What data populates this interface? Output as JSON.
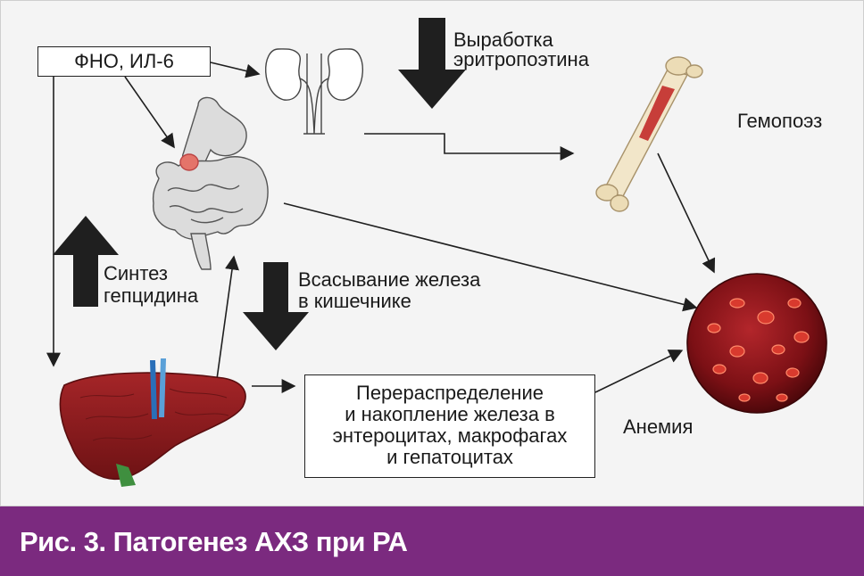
{
  "labels": {
    "cytokines": "ФНО, ИЛ-6",
    "epo_line1": "Выработка",
    "epo_line2": "эритропоэтина",
    "hemopoiesis": "Гемопоэз",
    "hepcidin_line1": "Синтез",
    "hepcidin_line2": "гепцидина",
    "absorption_line1": "Всасывание железа",
    "absorption_line2": "в кишечнике",
    "redistribution_line1": "Перераспределение",
    "redistribution_line2": "и накопление железа в",
    "redistribution_line3": "энтероцитах, макрофагах",
    "redistribution_line4": "и гепатоцитах",
    "anemia": "Анемия"
  },
  "caption": "Рис. 3. Патогенез АХЗ при РА",
  "colors": {
    "caption_bg": "#7b2a7f",
    "organ_red": "#9b1e1e",
    "arrow_dark": "#1f1f1f"
  },
  "icons": [
    "kidney-icon",
    "intestine-icon",
    "bone-icon",
    "liver-icon",
    "blood-cell-icon"
  ]
}
